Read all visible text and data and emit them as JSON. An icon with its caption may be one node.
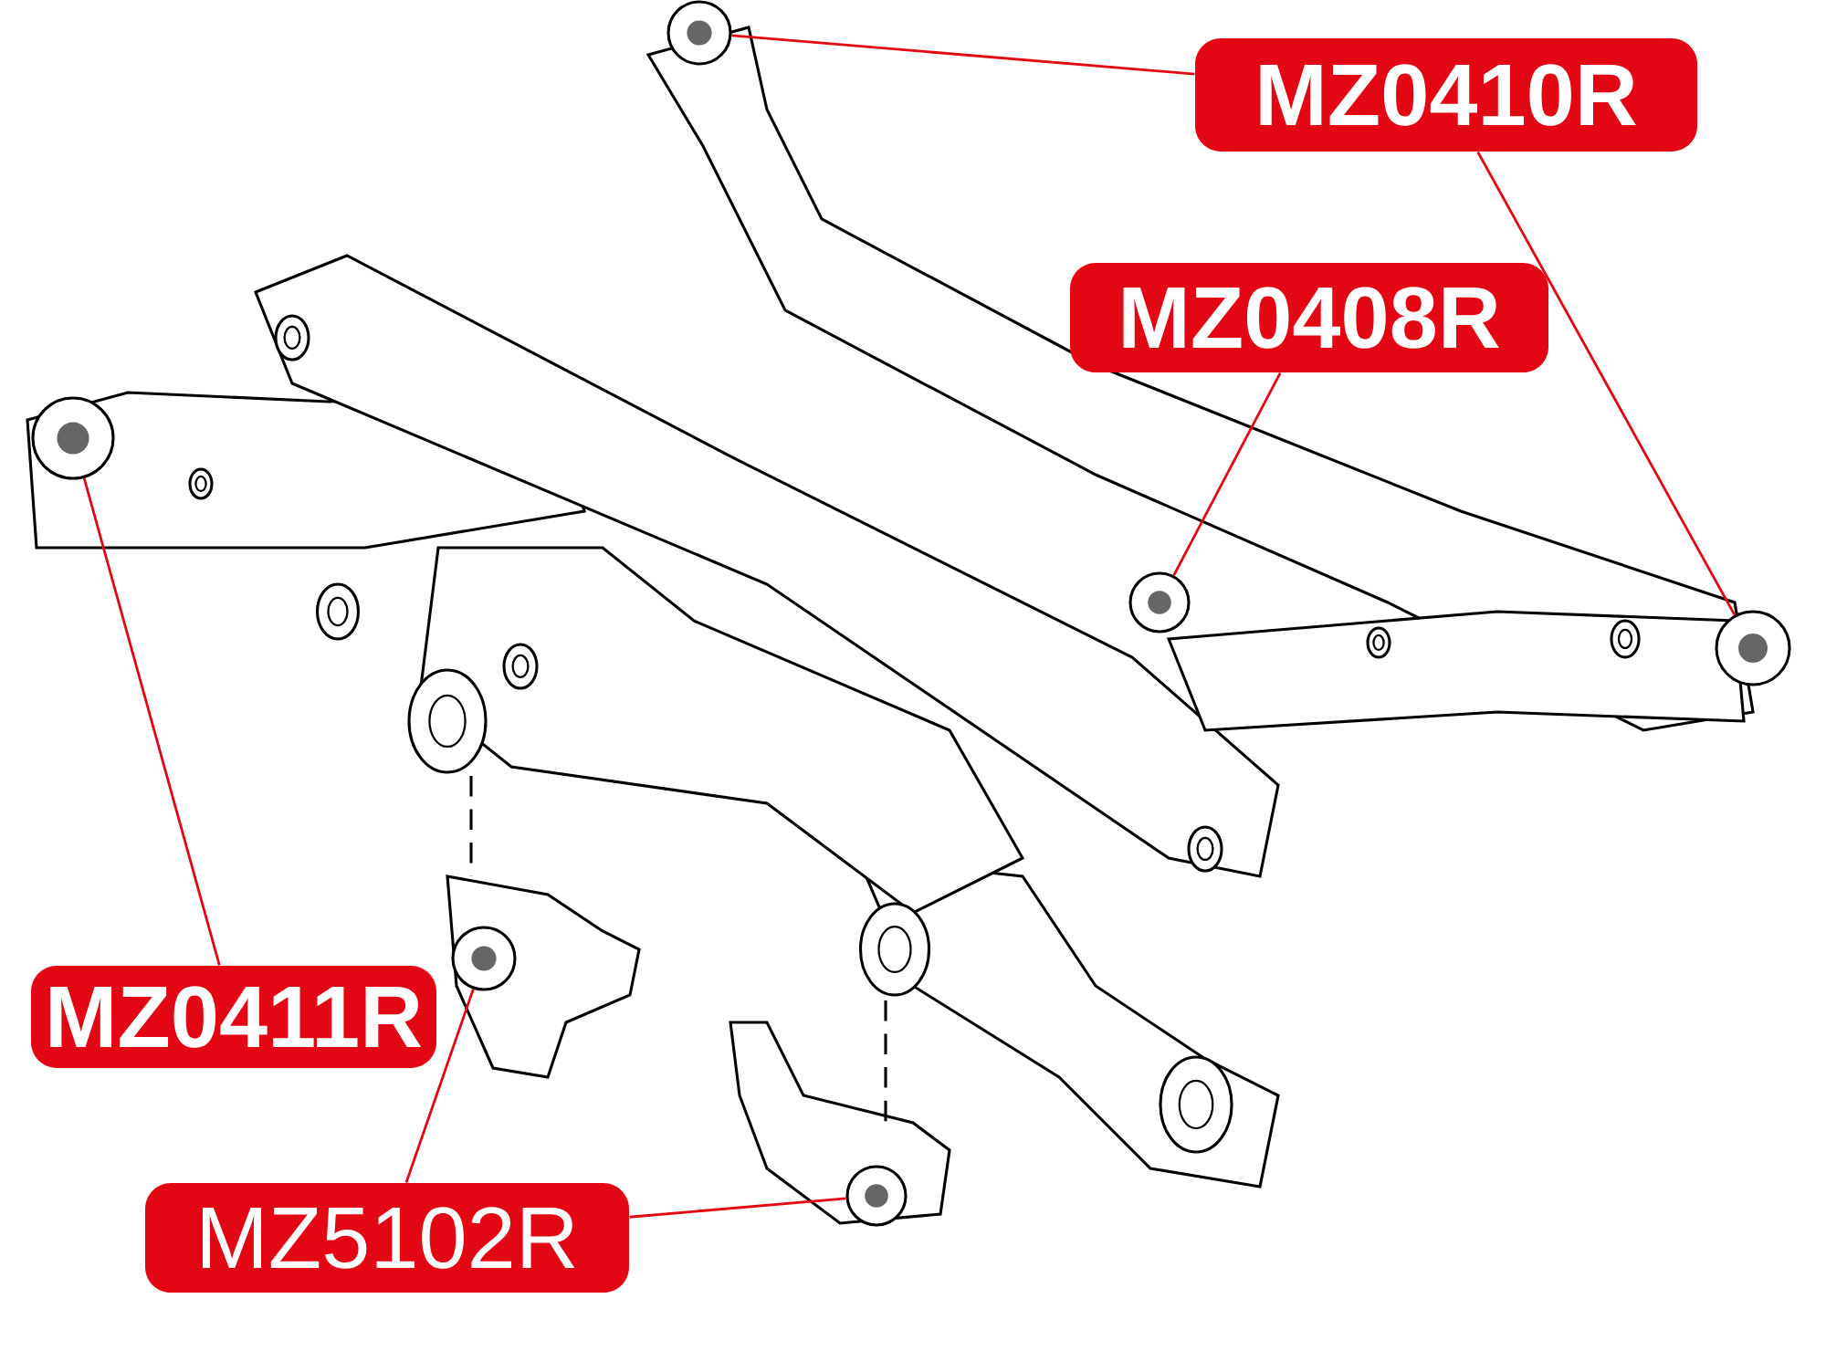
{
  "diagram": {
    "nodes": [
      {
        "text": [
          "MZ0410R"
        ]
      },
      {
        "text": [
          "MZ0408R"
        ]
      },
      {
        "text": [
          "MZ0411R"
        ]
      },
      {
        "text": [
          "MZ5102R"
        ]
      },
      {
        "text": [],
        "shape": "circle"
      },
      {
        "text": [],
        "shape": "circle"
      },
      {
        "text": [],
        "shape": "circle"
      },
      {
        "text": [],
        "shape": "circle"
      },
      {
        "text": [],
        "shape": "circle"
      },
      {
        "text": [],
        "shape": "circle"
      }
    ],
    "edges": [
      {
        "from": 0,
        "to": 6,
        "arrow": "none"
      },
      {
        "from": 0,
        "to": 9,
        "arrow": "none"
      },
      {
        "from": 1,
        "to": 8,
        "arrow": "none"
      },
      {
        "from": 2,
        "to": 4,
        "arrow": "none"
      },
      {
        "from": 3,
        "to": 5,
        "arrow": "none"
      },
      {
        "from": 3,
        "to": 7,
        "arrow": "none"
      }
    ]
  }
}
